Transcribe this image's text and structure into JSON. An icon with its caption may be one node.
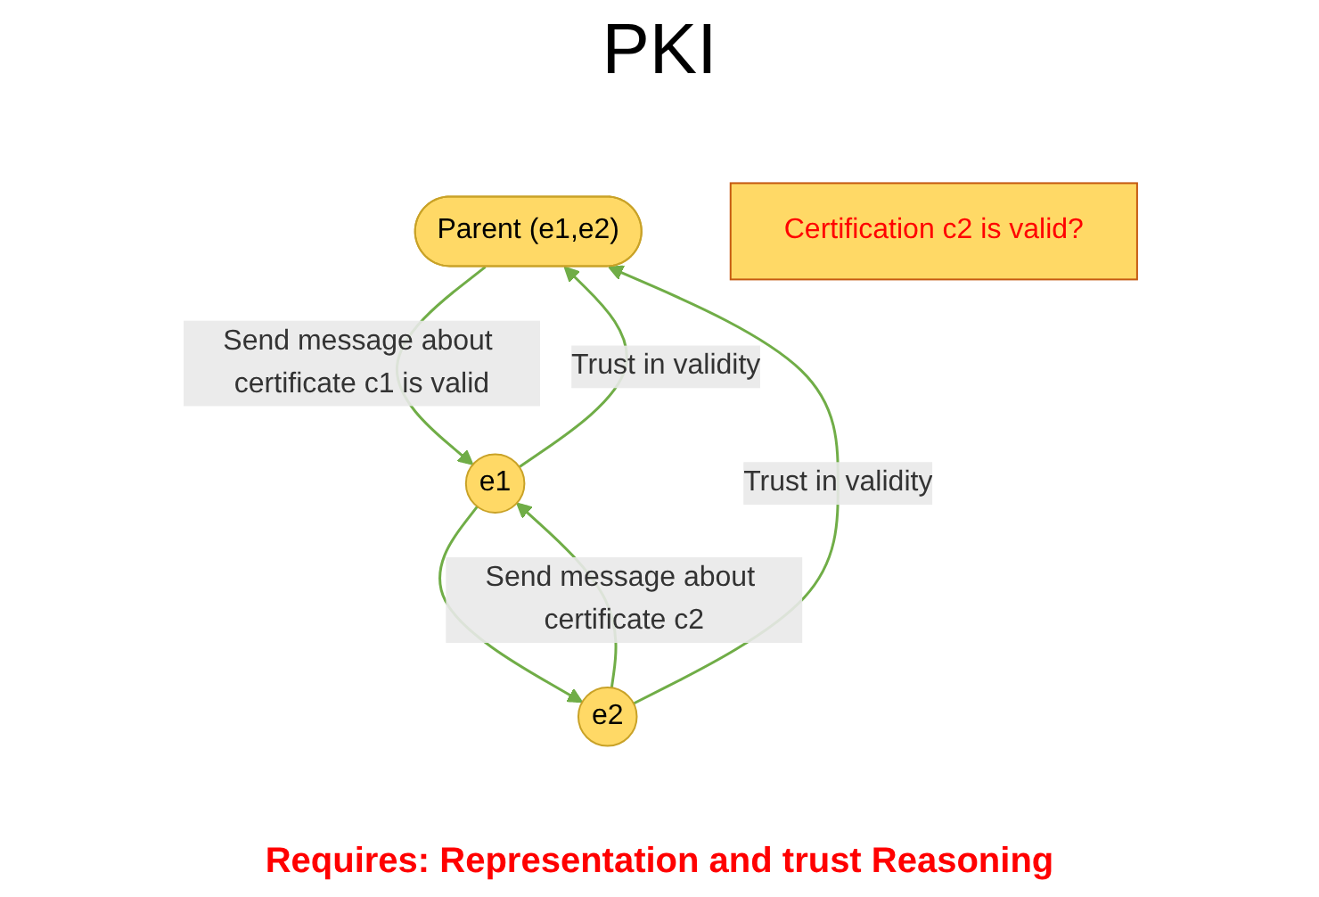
{
  "diagram": {
    "title": "PKI",
    "nodes": [
      {
        "text": [
          "Parent (e1,e2)"
        ]
      },
      {
        "text": [
          "e1"
        ]
      },
      {
        "text": [
          "e2"
        ]
      },
      {
        "text": [
          "Certification c2 is valid?"
        ]
      }
    ],
    "edges": [
      {
        "from": 0,
        "to": 1,
        "arrow": "to",
        "label": "Send message about certificate c1 is valid"
      },
      {
        "from": 1,
        "to": 0,
        "arrow": "to",
        "label": "Trust in validity"
      },
      {
        "from": 2,
        "to": 0,
        "arrow": "to",
        "label": "Trust in validity"
      },
      {
        "from": 2,
        "to": 1,
        "arrow": "to",
        "label": "Send message about certificate c2"
      },
      {
        "from": 1,
        "to": 2,
        "arrow": "to"
      }
    ],
    "caption": "Requires: Representation and trust Reasoning"
  }
}
